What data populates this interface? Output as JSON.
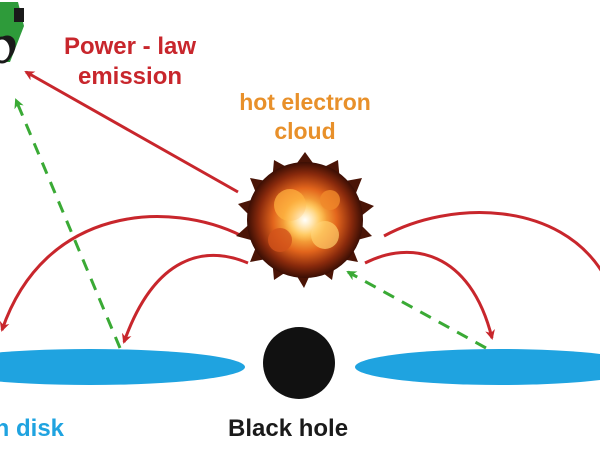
{
  "labels": {
    "power_law_line1": "Power - law",
    "power_law_line2": "emission",
    "hot_cloud_line1": "hot electron",
    "hot_cloud_line2": "cloud",
    "accretion_disk": "on disk",
    "black_hole": "Black hole"
  },
  "colors": {
    "power_law_text": "#c8262c",
    "hot_cloud_text": "#e8902a",
    "disk_text": "#1fa3e0",
    "black_hole_text": "#1a1a1a",
    "arrow_red": "#c8262c",
    "arrow_green_dashed": "#3aaa35",
    "disk_fill": "#1fa3e0",
    "black_hole_fill": "#111111"
  },
  "icons": {
    "observer": "telescope-icon",
    "corona": "hot-electron-cloud"
  }
}
